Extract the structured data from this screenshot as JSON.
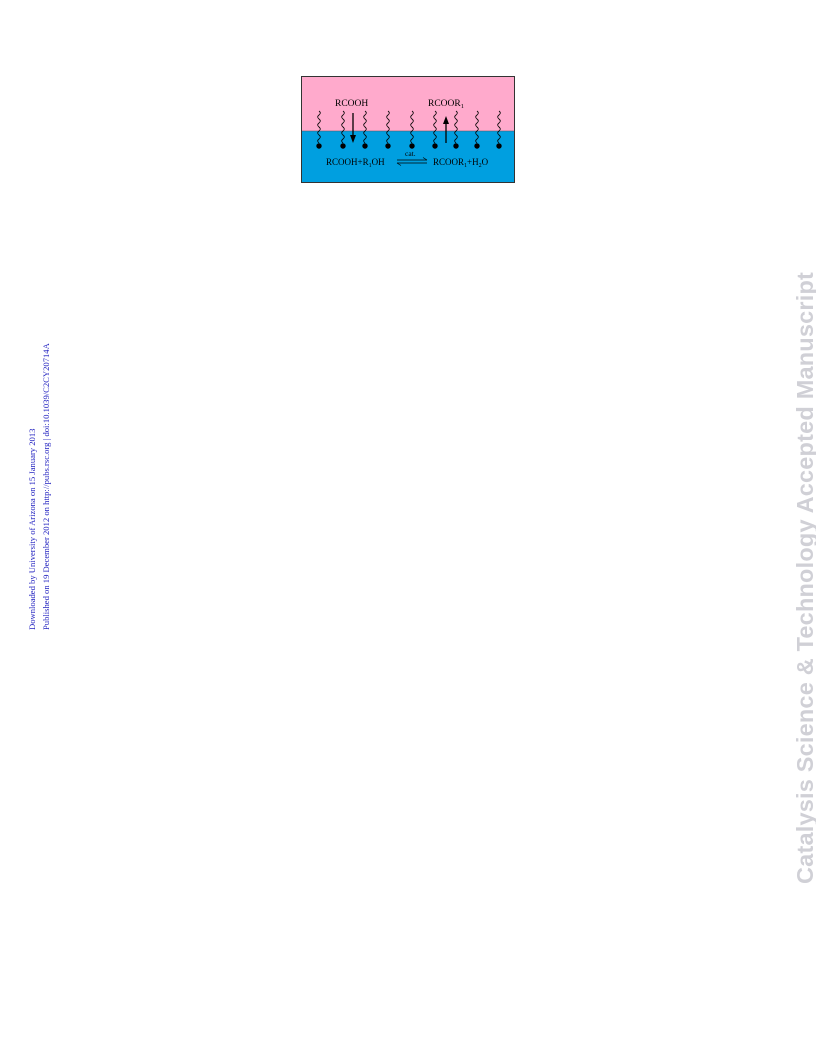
{
  "side_notes": {
    "downloaded": "Downloaded by University of Arizona on 15 January 2013",
    "published": "Published on 19 December 2012 on http://pubs.rsc.org | doi:10.1039/C2CY20714A"
  },
  "watermark": "Catalysis Science & Technology Accepted Manuscript",
  "figure": {
    "colors": {
      "top_phase": "#ffaacc",
      "bottom_phase": "#009fe0"
    },
    "label_left": "RCOOH",
    "label_right": "RCOOR",
    "label_right_sub": "1",
    "catalyst": "cat.",
    "equation": {
      "lhs_a": "RCOOH+R",
      "lhs_sub": "1",
      "lhs_b": "OH",
      "rhs_a": "RCOOR",
      "rhs_sub": "1",
      "rhs_b": "+H",
      "rhs_sub2": "2",
      "rhs_c": "O"
    }
  }
}
